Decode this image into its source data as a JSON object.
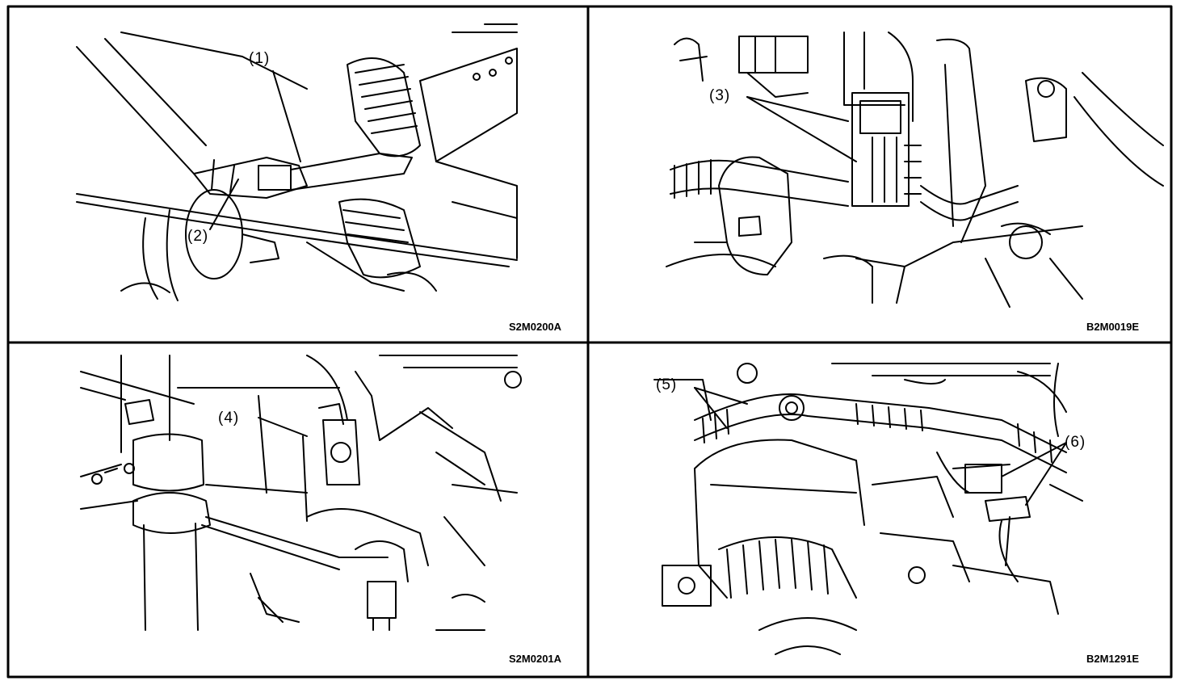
{
  "panels": [
    {
      "code": "S2M0200A",
      "callouts": [
        "(1)",
        "(2)"
      ]
    },
    {
      "code": "B2M0019E",
      "callouts": [
        "(3)"
      ]
    },
    {
      "code": "S2M0201A",
      "callouts": [
        "(4)"
      ]
    },
    {
      "code": "B2M1291E",
      "callouts": [
        "(5)",
        "(6)"
      ]
    }
  ],
  "colors": {
    "ink": "#000000",
    "paper": "#ffffff"
  }
}
